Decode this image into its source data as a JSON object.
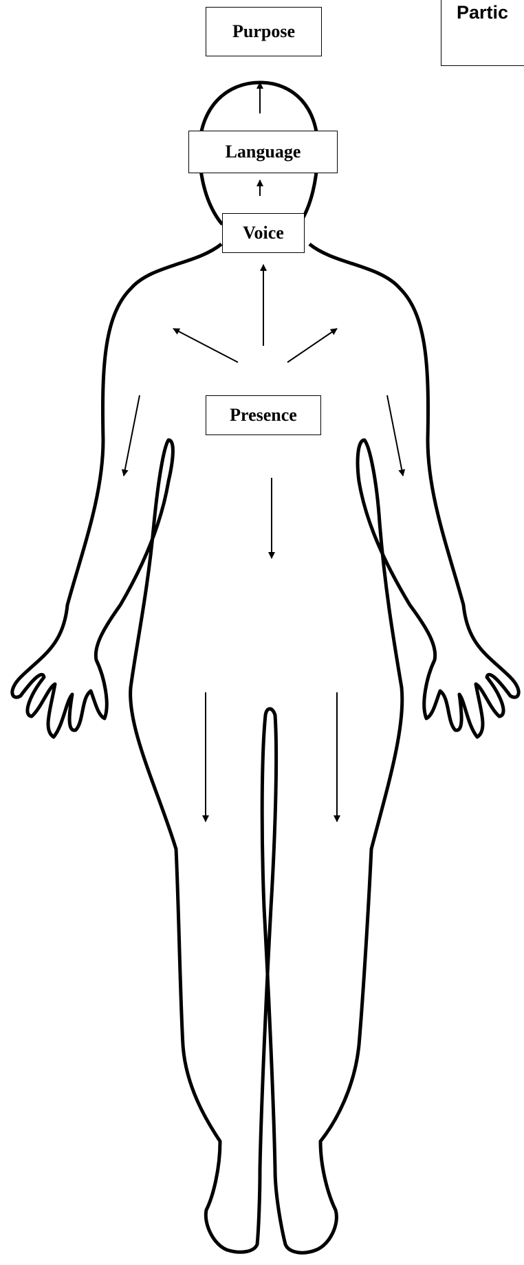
{
  "labels": {
    "purpose": "Purpose",
    "language": "Language",
    "voice": "Voice",
    "presence": "Presence"
  },
  "corner_box": {
    "text": "Partic"
  },
  "colors": {
    "stroke": "#000000",
    "background": "#ffffff"
  }
}
